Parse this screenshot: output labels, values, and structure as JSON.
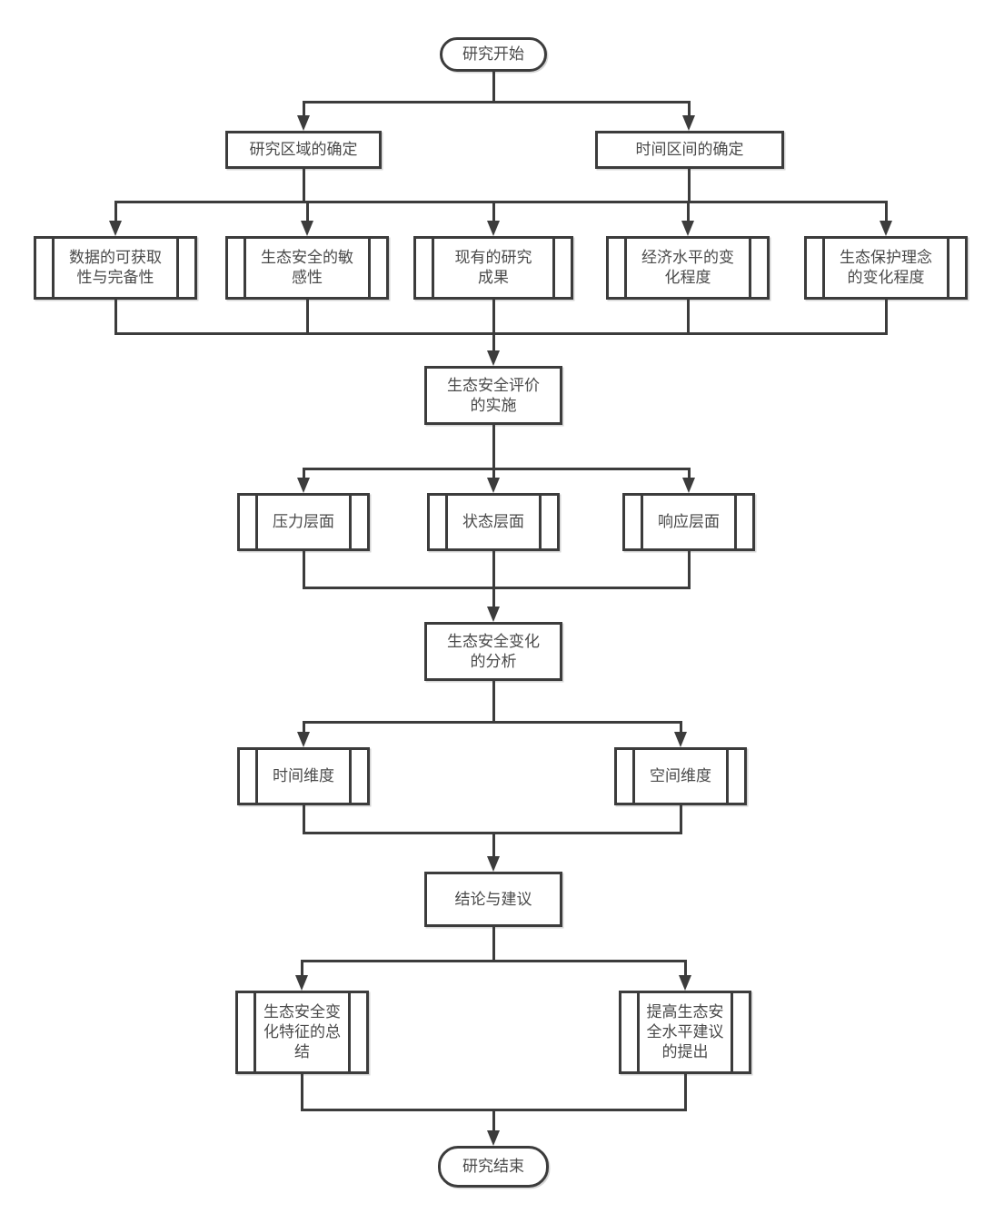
{
  "diagram": {
    "type": "flowchart",
    "background_color": "#ffffff",
    "stroke_color": "#3c3c3c",
    "text_color": "#4a4a4a",
    "nodes": {
      "start": {
        "label": "研究开始",
        "shape": "terminal"
      },
      "region": {
        "label": "研究区域的确定",
        "shape": "process"
      },
      "time_range": {
        "label": "时间区间的确定",
        "shape": "process"
      },
      "data_availability": {
        "label": "数据的可获取\n性与完备性",
        "shape": "predefined-process"
      },
      "eco_sensitivity": {
        "label": "生态安全的敏\n感性",
        "shape": "predefined-process"
      },
      "existing_results": {
        "label": "现有的研究\n成果",
        "shape": "predefined-process"
      },
      "economic_change": {
        "label": "经济水平的变\n化程度",
        "shape": "predefined-process"
      },
      "concept_change": {
        "label": "生态保护理念\n的变化程度",
        "shape": "predefined-process"
      },
      "evaluation": {
        "label": "生态安全评价\n的实施",
        "shape": "process"
      },
      "pressure": {
        "label": "压力层面",
        "shape": "predefined-process"
      },
      "state": {
        "label": "状态层面",
        "shape": "predefined-process"
      },
      "response": {
        "label": "响应层面",
        "shape": "predefined-process"
      },
      "analysis": {
        "label": "生态安全变化\n的分析",
        "shape": "process"
      },
      "time_dimension": {
        "label": "时间维度",
        "shape": "predefined-process"
      },
      "space_dimension": {
        "label": "空间维度",
        "shape": "predefined-process"
      },
      "conclusion": {
        "label": "结论与建议",
        "shape": "process"
      },
      "summary": {
        "label": "生态安全变\n化特征的总\n结",
        "shape": "predefined-process"
      },
      "proposal": {
        "label": "提高生态安\n全水平建议\n的提出",
        "shape": "predefined-process"
      },
      "end": {
        "label": "研究结束",
        "shape": "terminal"
      }
    },
    "edges": [
      {
        "from": [
          "start"
        ],
        "to": [
          "region",
          "time_range"
        ]
      },
      {
        "from": [
          "region",
          "time_range"
        ],
        "to": [
          "data_availability",
          "eco_sensitivity",
          "existing_results",
          "economic_change",
          "concept_change"
        ]
      },
      {
        "from": [
          "data_availability",
          "eco_sensitivity",
          "existing_results",
          "economic_change",
          "concept_change"
        ],
        "to": [
          "evaluation"
        ]
      },
      {
        "from": [
          "evaluation"
        ],
        "to": [
          "pressure",
          "state",
          "response"
        ]
      },
      {
        "from": [
          "pressure",
          "state",
          "response"
        ],
        "to": [
          "analysis"
        ]
      },
      {
        "from": [
          "analysis"
        ],
        "to": [
          "time_dimension",
          "space_dimension"
        ]
      },
      {
        "from": [
          "time_dimension",
          "space_dimension"
        ],
        "to": [
          "conclusion"
        ]
      },
      {
        "from": [
          "conclusion"
        ],
        "to": [
          "summary",
          "proposal"
        ]
      },
      {
        "from": [
          "summary",
          "proposal"
        ],
        "to": [
          "end"
        ]
      }
    ]
  }
}
